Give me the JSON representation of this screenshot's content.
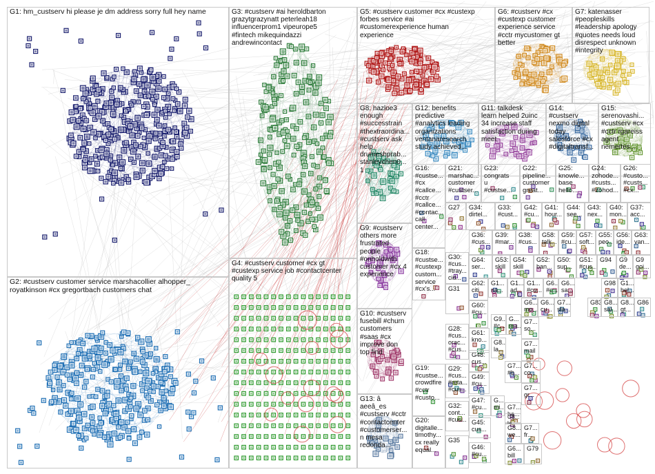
{
  "image_type": "network graph of clustered groups (NodeXL-style)",
  "groups": [
    {
      "id": "G1",
      "text": "G1: hm_custserv hi please je dm address sorry full hey name"
    },
    {
      "id": "G2",
      "text": "G2: #custserv customer service marshacollier alhopper_\nroyatkinson #cx gregortbach customers chat"
    },
    {
      "id": "G3",
      "text": "G3: #custserv #ai heroldbarton\ngrazytgrazynatt peterleah18\ninfluencerprom1 vipeurope5\n#fintech mikequindazzi\nandrewincontact"
    },
    {
      "id": "G4",
      "text": "G4: #custserv customer #cx gt\n#custexp service job #contactcenter\nquality 5"
    },
    {
      "id": "G5",
      "text": "G5: #custserv customer #cx #custexp\nforbes service #ai\n#customerexperience human\nexperience"
    },
    {
      "id": "G6",
      "text": "G6: #custserv #cx\n#custexp customer\nexperience service\n#cctr mycustomer gt\nbetter"
    },
    {
      "id": "G7",
      "text": "G7: katenasser\n#peopleskills\n#leadership apology\n#quotes needs loud\ndisrespect unknown\n#integrity"
    },
    {
      "id": "G8",
      "text": "G8: hazloe3\nenough\n#successtrain\n#thextraordina...\n#custserv ask\nhelp\ndrumeshprab...\nstanleychen0...\n1"
    },
    {
      "id": "G9",
      "text": "G9: #custserv\nothers more\nfrustrated\npeople\n#onholdwith\ncustomer #cx 4\nexperience"
    },
    {
      "id": "G10",
      "text": "G10: #custserv\nfusebill #churn\ncustomers\n#saas #cx\nimprove don\ntop find"
    },
    {
      "id": "G11",
      "text": "G11: talkdesk\nlearn helped 2uinc\n34 increase staff\nsatisfaction during\nmeet"
    },
    {
      "id": "G12",
      "text": "G12: benefits\npredictive\n#analytics leading\norganizations\nventanaresearch\nstudy achieved..."
    },
    {
      "id": "G13",
      "text": "G13: â\naeeâ_es\n#custserv #cctr\n#contactcenter\n#customerser...\nn mesa\nredonda..."
    },
    {
      "id": "G14",
      "text": "G14:\n#custserv\nnexmo digital\ntoday\nsalesforce #cx\n#digitaltransf..."
    },
    {
      "id": "G15",
      "text": "G15:\nserenovashi...\n#custserv #cx\n#cctr rgareiss\nagent\nnemertes..."
    },
    {
      "id": "G16",
      "text": "G16:\n#custse...\n#cx\n#callce...\n#cctr\n#callce...\n#contac...\ncall\ncenter..."
    },
    {
      "id": "G18",
      "text": "G18:\n#custse...\n#custexp\ncustom...\nservice\n#cx's..."
    },
    {
      "id": "G19",
      "text": "G19:\n#custse...\ncrowdfire\n#cctr\n#custo..."
    },
    {
      "id": "G20",
      "text": "G20:\ndigitalle...\ntimothy...\ncx really\nequal..."
    },
    {
      "id": "G21",
      "text": "G21:\nmarshac...\ncustomer\n#custser..."
    },
    {
      "id": "G22",
      "text": "G22:\npipeline...\ncustomer\ngreat..."
    },
    {
      "id": "G23",
      "text": "G23:\ncongrats\nu\n#custse..."
    },
    {
      "id": "G24",
      "text": "G24:\nzohode...\n#custs...\n#zohod..."
    },
    {
      "id": "G25",
      "text": "G25:\nknowle...\nbase\nhello..."
    },
    {
      "id": "G26",
      "text": "G26:\n#custo...\n#custs...\n#cx..."
    },
    {
      "id": "G27",
      "text": "G27"
    },
    {
      "id": "G28",
      "text": "G28:\n#cus...\norac...\n#cus..."
    },
    {
      "id": "G29",
      "text": "G29:\n#cus...\n#reta...\n#cus..."
    },
    {
      "id": "G30",
      "text": "G30:\n#cus...\n#tray...\ncid..."
    },
    {
      "id": "G31",
      "text": "G31"
    },
    {
      "id": "G32",
      "text": "G32:\ncont...\n#cus..."
    },
    {
      "id": "G33",
      "text": "G33:\n#cust..."
    },
    {
      "id": "G34",
      "text": "G34:\ndirtel..."
    },
    {
      "id": "G35",
      "text": "G35"
    },
    {
      "id": "G36",
      "text": "G36:\n#cus..."
    },
    {
      "id": "G37",
      "text": "G37:\nacc..."
    },
    {
      "id": "G38",
      "text": "G38:\n#cus..."
    },
    {
      "id": "G39",
      "text": "G39:\n#mar..."
    },
    {
      "id": "G40",
      "text": "G40:\nmon..."
    },
    {
      "id": "G41",
      "text": "G41:\nhour..."
    },
    {
      "id": "G42",
      "text": "G42:\n#cu..."
    },
    {
      "id": "G43",
      "text": "G43:\nnex..."
    },
    {
      "id": "G44",
      "text": "G44:\nsee..."
    },
    {
      "id": "G45",
      "text": "G45:\ncus..."
    },
    {
      "id": "G46",
      "text": "G46:\n#cu..."
    },
    {
      "id": "G47",
      "text": "G47:\n#cu..."
    },
    {
      "id": "G48",
      "text": "G48:\ncus..."
    },
    {
      "id": "G49",
      "text": "G49:\n#cu..."
    },
    {
      "id": "G50",
      "text": "G50:\nsup..."
    },
    {
      "id": "G51",
      "text": "G51:\n#cus..."
    },
    {
      "id": "G52",
      "text": "G52:\nban..."
    },
    {
      "id": "G53",
      "text": "G53:\nskill"
    },
    {
      "id": "G54",
      "text": "G54:\nskill"
    },
    {
      "id": "G55",
      "text": "G55:\npeo..."
    },
    {
      "id": "G56",
      "text": "G56:\nide..."
    },
    {
      "id": "G57",
      "text": "G57:\nsoft..."
    },
    {
      "id": "G58",
      "text": "G58:\ntalk..."
    },
    {
      "id": "G59",
      "text": "G59:\n#cu..."
    },
    {
      "id": "G60",
      "text": "G60:\n#cu..."
    },
    {
      "id": "G61",
      "text": "G61:\nkno..."
    },
    {
      "id": "G62",
      "text": "G62:\nciti"
    },
    {
      "id": "G63",
      "text": "G63:\nvan..."
    },
    {
      "id": "G64",
      "text": "G64:\nser..."
    },
    {
      "id": "G79",
      "text": "G79"
    },
    {
      "id": "G83",
      "text": "G83"
    },
    {
      "id": "G86",
      "text": "G86"
    },
    {
      "id": "G94",
      "text": "G94"
    },
    {
      "id": "G98",
      "text": "G98"
    },
    {
      "id": "G-c1",
      "text": "G1...\nna..."
    },
    {
      "id": "G-c2",
      "text": "G1...\nad..."
    },
    {
      "id": "G-c3",
      "text": "G1...\n#cu..."
    },
    {
      "id": "G-c4",
      "text": "G9\nde..."
    },
    {
      "id": "G-c5",
      "text": "G9\ngoi..."
    },
    {
      "id": "G-c6",
      "text": "G6...\n#c..."
    },
    {
      "id": "G-c7",
      "text": "G6...\nmo..."
    },
    {
      "id": "G-c8",
      "text": "G6...\ncu..."
    },
    {
      "id": "G-c9",
      "text": "G7...\nsla..."
    },
    {
      "id": "G-c10",
      "text": "G8...\nsal..."
    },
    {
      "id": "G-c11",
      "text": "G8...\ngt..."
    },
    {
      "id": "G-c12",
      "text": "G1...\nhel..."
    },
    {
      "id": "G-c13",
      "text": "G7...\nso..."
    },
    {
      "id": "G-c14",
      "text": "G7...\nmail"
    },
    {
      "id": "G-c15",
      "text": "G7...\nco..."
    },
    {
      "id": "G-c16",
      "text": "G7...\n#b..."
    },
    {
      "id": "G-c17",
      "text": "G7...\ngr..."
    },
    {
      "id": "G-c18",
      "text": "G7...\nhe..."
    },
    {
      "id": "G-c19",
      "text": "G8...\nwe..."
    },
    {
      "id": "G-c20",
      "text": "G6...\nbill"
    },
    {
      "id": "G-c21",
      "text": "G7...\nfr..."
    },
    {
      "id": "G-c22",
      "text": "G8...\nla..."
    },
    {
      "id": "G-c23",
      "text": "G6...\nsa..."
    },
    {
      "id": "G-c24",
      "text": "G9...\n#c..."
    },
    {
      "id": "G-c25",
      "text": "G...\nma..."
    },
    {
      "id": "G-c26",
      "text": "G8...\nla..."
    },
    {
      "id": "G-c27",
      "text": "G...\nmi..."
    }
  ],
  "colors": {
    "G1": "#1a1f6e",
    "G2": "#1f6fb4",
    "G3": "#2f7d3c",
    "G4": "#2e9a2e",
    "G5": "#b01818",
    "G6": "#d08a20",
    "G7": "#d8b830",
    "G8": "#2a8a6a",
    "edge": "#b9b9b9",
    "accent_edge": "#c83030",
    "box_border": "#c8c8c8"
  }
}
